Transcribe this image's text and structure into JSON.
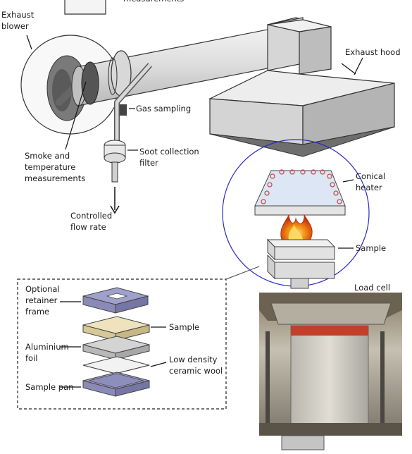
{
  "diagram": {
    "top_cut_text": "measurements",
    "labels": {
      "exhaust_blower": [
        "Exhaust",
        "blower"
      ],
      "exhaust_hood": [
        "Exhaust hood"
      ],
      "gas_sampling": [
        "Gas sampling"
      ],
      "smoke_temp": [
        "Smoke and",
        "temperature",
        "measurements"
      ],
      "soot_filter": [
        "Soot collection",
        "filter"
      ],
      "flow_rate": [
        "Controlled",
        "flow rate"
      ],
      "conical_heater": [
        "Conical",
        "heater"
      ],
      "sample_main": [
        "Sample"
      ],
      "load_cell": [
        "Load cell"
      ]
    },
    "exploded": {
      "retainer": [
        "Optional",
        "retainer",
        "frame"
      ],
      "sample": [
        "Sample"
      ],
      "foil": [
        "Aluminium",
        "foil"
      ],
      "wool": [
        "Low density",
        "ceramic wool"
      ],
      "pan": [
        "Sample pan"
      ]
    }
  },
  "colors": {
    "line": "#333333",
    "duct": "#cccccc",
    "hood": "#c8c8c8",
    "heater": "#dde6f5",
    "heater_coil": "#c85050",
    "circle": "#2a2ac8",
    "retainer": "#a0a0cc",
    "sample_board": "#e6d6a6",
    "flame": "#f07a10"
  },
  "icons": [
    "flame-icon",
    "down-arrow-icon"
  ]
}
